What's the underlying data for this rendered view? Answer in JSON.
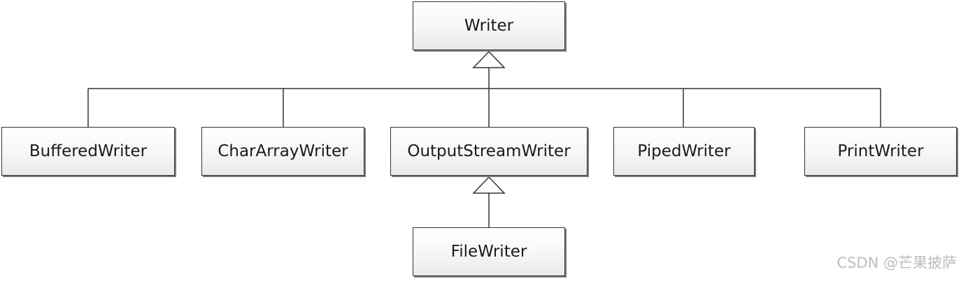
{
  "diagram": {
    "root": "Writer",
    "children": [
      "BufferedWriter",
      "CharArrayWriter",
      "OutputStreamWriter",
      "PipedWriter",
      "PrintWriter"
    ],
    "grandchild": {
      "parent": "OutputStreamWriter",
      "name": "FileWriter"
    }
  },
  "watermark": "CSDN @芒果披萨"
}
